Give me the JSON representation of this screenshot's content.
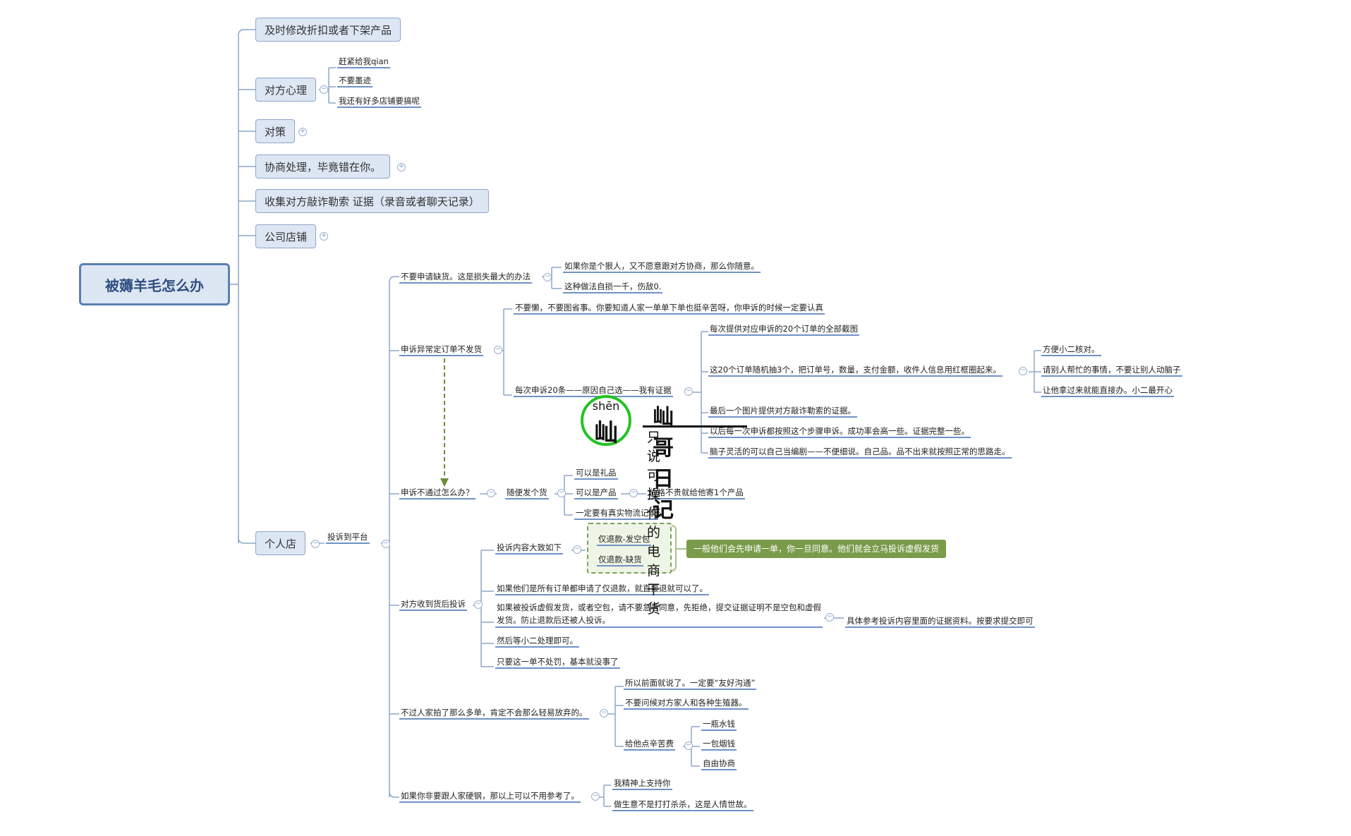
{
  "root": "被薅羊毛怎么办",
  "branches": {
    "b1": "及时修改折扣或者下架产品",
    "b2": "对方心理",
    "b2_items": [
      "赶紧给我qian",
      "不要墨迹",
      "我还有好多店铺要搞呢"
    ],
    "b3": "对策",
    "b4": "协商处理，毕竟错在你。",
    "b5": "收集对方敲诈勒索 证据（录音或者聊天记录）",
    "b6": "公司店铺",
    "b7": "个人店"
  },
  "personal": {
    "complain": "投诉到平台",
    "n1": "不要申请缺货。这是损失最大的办法",
    "n1_items": [
      "如果你是个狠人，又不愿意跟对方协商，那么你随意。",
      "这种做法自损一千，伤敌0."
    ],
    "n2": "申诉异常定订单不发货",
    "n2_a": "不要懒，不要图省事。你要知道人家一单单下单也挺辛苦呀，你申诉的时候一定要认真",
    "n2_b": "每次申诉20条——原因自己选——我有证据",
    "n2_b_items": [
      "每次提供对应申诉的20个订单的全部截图",
      "这20个订单随机抽3个，把订单号，数量，支付金额，收件人信息用红框圈起来。",
      "最后一个图片提供对方敲诈勒索的证据。",
      "以后每一次申诉都按照这个步骤申诉。成功率会高一些。证据完整一些。",
      "脑子灵活的可以自己当编剧——不便细说。自己品。品不出来就按照正常的思路走。"
    ],
    "n2_b_sub": [
      "方便小二核对。",
      "请别人帮忙的事情，不要让别人动脑子",
      "让他拿过来就能直接办。小二最开心"
    ],
    "n3": "申诉不通过怎么办？",
    "n3_a": "随便发个货",
    "n3_items": [
      "可以是礼品",
      "可以是产品",
      "一定要有真实物流记录"
    ],
    "n3_price": "价格不贵就给他寄1个产品",
    "n4": "对方收到货后投诉",
    "n4_a": "投诉内容大致如下",
    "n4_a_items": [
      "仅退款-发空包",
      "仅退款-缺货"
    ],
    "n4_note": "一般他们会先申请一单，你一旦同意。他们就会立马投诉虚假发货",
    "n4_b": "如果他们是所有订单都申请了仅退款，就直接退就可以了。",
    "n4_c": "如果被投诉虚假发货，或者空包，请不要急着同意，先拒绝，提交证据证明不是空包和虚假发货。防止退款后还被人投诉。",
    "n4_c_sub": "具体参考投诉内容里面的证据资料。按要求提交即可",
    "n4_d": "然后等小二处理即可。",
    "n4_e": "只要这一单不处罚，基本就没事了",
    "n5": "不过人家拍了那么多单，肯定不会那么轻易放弃的。",
    "n5_items": [
      "所以前面就说了。一定要“友好沟通”",
      "不要问候对方家人和各种生殖器。",
      "给他点辛苦费"
    ],
    "n5_fee": [
      "一瓶水钱",
      "一包烟钱",
      "自由协商"
    ],
    "n6": "如果你非要跟人家硬钢，那以上可以不用参考了。",
    "n6_items": [
      "我精神上支持你",
      "做生意不是打打杀杀，这是人情世故。"
    ]
  },
  "logo": {
    "pinyin": "shēn",
    "char": "屾",
    "title": "屾哥日记",
    "subtitle": "只说可操作的电商干货"
  },
  "colors": {
    "line": "#6f92c4",
    "accent_green": "#7a9b4a",
    "root_border": "#5b7fb5"
  }
}
